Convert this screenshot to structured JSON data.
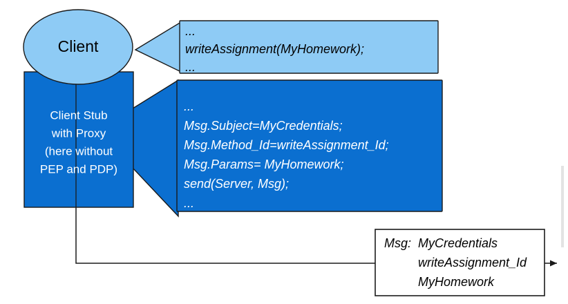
{
  "diagram": {
    "title": "Client stub remote procedure call message flow",
    "colors": {
      "light_blue": "#8ECBF5",
      "dark_blue": "#0B6FD0",
      "outline": "#1a1a1a",
      "white_text": "#ffffff",
      "black_text": "#000000",
      "page_background": "#ffffff",
      "edge_strip": "#e3e3e3"
    },
    "client_node": {
      "label": "Client",
      "shape": "cylinder-top-ellipse"
    },
    "stub_node": {
      "lines": [
        "Client Stub",
        "with Proxy",
        "(here without",
        "PEP and PDP)"
      ],
      "shape": "rectangle-split"
    },
    "callout_application": {
      "name": "application-code-callout",
      "style": "light-blue",
      "lines": [
        "...",
        "writeAssignment(MyHomework);",
        "..."
      ]
    },
    "callout_stub": {
      "name": "stub-code-callout",
      "style": "dark-blue",
      "lines": [
        "...",
        "Msg.Subject=MyCredentials;",
        "Msg.Method_Id=writeAssignment_Id;",
        "Msg.Params= MyHomework;",
        "send(Server, Msg);",
        "..."
      ]
    },
    "message_box": {
      "name": "message-packet-box",
      "prefix": "Msg:",
      "fields": [
        "MyCredentials",
        "writeAssignment_Id",
        "MyHomework"
      ]
    },
    "connector": {
      "name": "message-flow-arrow",
      "description": "from stub down and right to message box, then onward right",
      "arrowhead": "right"
    }
  }
}
